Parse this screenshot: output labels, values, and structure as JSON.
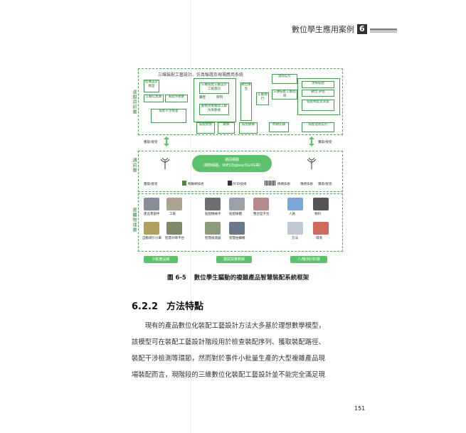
{
  "header": {
    "title": "數位學生應用案例",
    "chapter": "6"
  },
  "figure": {
    "top_zone_title": "三維裝配工藝設計、仿真驗證及現場應用系統",
    "labels": {
      "layer_top": "虛擬資訊層",
      "layer_mid": "通訊層",
      "layer_bottom": "實體物理層",
      "a1": "結構設計模型",
      "a2": "工藝信息庫",
      "a3": "裝配序規劃",
      "a4": "三維裝配工藝設計工藝資訊",
      "a5": "路徑",
      "a6": "序列",
      "a7": "動態仿真驗證工藝仿真數據",
      "a8": "裝配干涉檢查",
      "a9": "數位孿生",
      "a10": "工藝執行",
      "a11": "現場裝配",
      "a12": "三維裝配工藝指導",
      "a13": "數位 評估",
      "a14": "裝配數據分析",
      "a15": "過程監控",
      "a16": "裝配狀態",
      "a17": "數據",
      "a18": "裝配數據",
      "a19": "裝配精度及質量",
      "a20": "問題反饋",
      "a21": "裝配過程監控",
      "a22": "裝配數據",
      "feedback_left": "獲取/接受",
      "feedback_right": "獲取/接受",
      "comm_title": "通訊網路",
      "comm_sub": "（網際網路、WIFI/Zigbee/5G/4G等）",
      "mid_left": "獲取/接受",
      "mid_right": "獲取/接受",
      "tech1": "物聯網技術",
      "tech2": "RFID技術",
      "tech3": "條碼技術",
      "tech4": "傳感技術",
      "p1": "產品零部件",
      "p2": "工裝",
      "p3": "裝配機械手",
      "p4": "裝配線體",
      "p5": "整合型平台",
      "p6": "人員",
      "p7": "物料",
      "p8": "自動導引小車",
      "p9": "智慧升降平台",
      "p10": "智慧檢測器",
      "p11": "智慧拍攝機",
      "p12": "方法",
      "p13": "環境",
      "b1": "小批產品組",
      "b2": "測試與量數據",
      "b3": "人/機/料/法/環"
    }
  },
  "caption": {
    "num": "圖 6-5",
    "text": "數位學生驅動的複雜產品智慧裝配系統框架"
  },
  "section": {
    "num": "6.2.2",
    "title": "方法特點"
  },
  "paragraph": [
    "　　現有的產品數位化裝配工藝設計方法大多基於理想數學模型，",
    "該模型可在裝配工藝設計階段用於檢查裝配序列、獲取裝配路徑、",
    "裝配干涉檢測等環節，然而對於事件小批量生產的大型複雜產品現",
    "場裝配而言，現階段的三維數位化裝配工藝設計並不能完全滿足現"
  ],
  "page_number": "151"
}
